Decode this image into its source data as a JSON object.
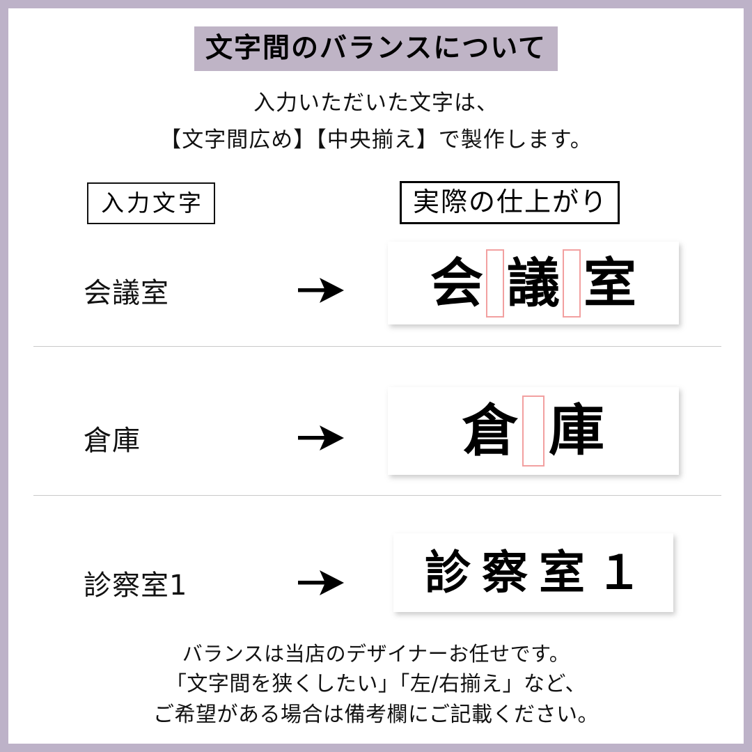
{
  "theme": {
    "frame_color": "#bdb2c8",
    "title_highlight_color": "#bfb4c6",
    "gap_marker_color": "#f2a0a0",
    "divider_color": "#c9c9c9",
    "text_color": "#111111",
    "plate_background": "#ffffff"
  },
  "header": {
    "title": "文字間のバランスについて"
  },
  "lead": {
    "line1": "入力いただいた文字は、",
    "line2": "【文字間広め】【中央揃え】で製作します。"
  },
  "columns": {
    "input_header": "入力文字",
    "output_header": "実際の仕上がり"
  },
  "arrow": {
    "icon": "arrow-right-icon"
  },
  "rows": [
    {
      "input_text": "会議室",
      "output_text": "会議室",
      "output_segments": [
        {
          "type": "glyph",
          "text": "会"
        },
        {
          "type": "gap"
        },
        {
          "type": "glyph",
          "text": "議"
        },
        {
          "type": "gap"
        },
        {
          "type": "glyph",
          "text": "室"
        }
      ],
      "gap_markers": 2
    },
    {
      "input_text": "倉庫",
      "output_text": "倉庫",
      "output_segments": [
        {
          "type": "glyph",
          "text": "倉"
        },
        {
          "type": "gap"
        },
        {
          "type": "glyph",
          "text": "庫"
        }
      ],
      "gap_markers": 1
    },
    {
      "input_text": "診察室1",
      "output_text": "診察室１",
      "output_segments": [
        {
          "type": "glyph",
          "text": "診察室１"
        }
      ],
      "gap_markers": 0
    }
  ],
  "footer": {
    "line1": "バランスは当店のデザイナーお任せです。",
    "line2": "「文字間を狭くしたい」「左/右揃え」など、",
    "line3": "ご希望がある場合は備考欄にご記載ください。"
  }
}
